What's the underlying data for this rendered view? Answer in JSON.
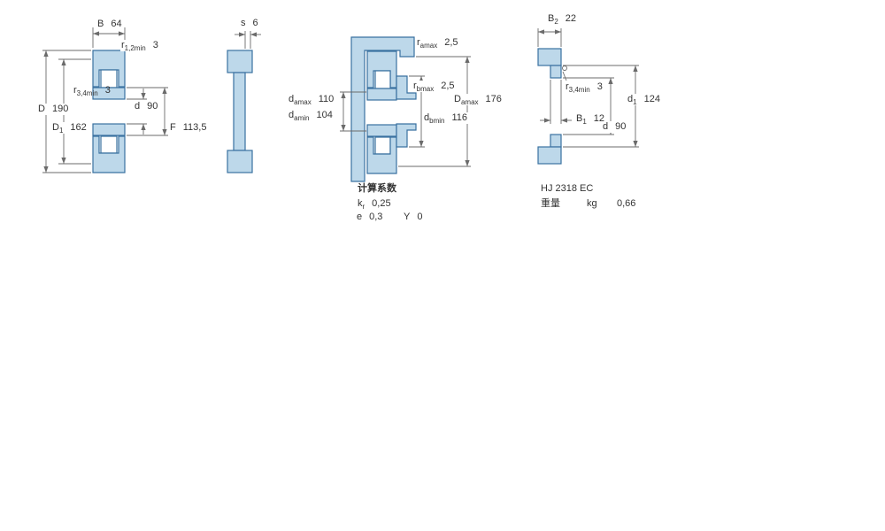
{
  "colors": {
    "shape_fill": "#bdd8ea",
    "shape_stroke": "#3a71a0",
    "dim_line": "#6b6b6b",
    "text": "#333333"
  },
  "views": {
    "front_section": {
      "dims": {
        "B": {
          "main": "B",
          "sub": "",
          "val": "64"
        },
        "r12": {
          "main": "r",
          "sub": "1,2min",
          "val": "3"
        },
        "r34": {
          "main": "r",
          "sub": "3,4min",
          "val": "3"
        },
        "D": {
          "main": "D",
          "sub": "",
          "val": "190"
        },
        "D1": {
          "main": "D",
          "sub": "1",
          "val": "162"
        },
        "d": {
          "main": "d",
          "sub": "",
          "val": "90"
        },
        "F": {
          "main": "F",
          "sub": "",
          "val": "113,5"
        }
      }
    },
    "side_section": {
      "dims": {
        "s": {
          "main": "s",
          "sub": "",
          "val": "6"
        }
      }
    },
    "mounting_section": {
      "dims": {
        "ramax": {
          "main": "r",
          "sub": "amax",
          "val": "2,5"
        },
        "rbmax": {
          "main": "r",
          "sub": "bmax",
          "val": "2,5"
        },
        "damax": {
          "main": "d",
          "sub": "amax",
          "val": "110"
        },
        "damin": {
          "main": "d",
          "sub": "amin",
          "val": "104"
        },
        "Damax": {
          "main": "D",
          "sub": "amax",
          "val": "176"
        },
        "dbmin": {
          "main": "d",
          "sub": "bmin",
          "val": "116"
        }
      }
    },
    "ring_section": {
      "dims": {
        "B2": {
          "main": "B",
          "sub": "2",
          "val": "22"
        },
        "r34": {
          "main": "r",
          "sub": "3,4min",
          "val": "3"
        },
        "B1": {
          "main": "B",
          "sub": "1",
          "val": "12"
        },
        "d1": {
          "main": "d",
          "sub": "1",
          "val": "124"
        },
        "d": {
          "main": "d",
          "sub": "",
          "val": "90"
        }
      }
    }
  },
  "calculation": {
    "title": "计算系数",
    "kr": {
      "main": "k",
      "sub": "r",
      "val": "0,25"
    },
    "e": {
      "main": "e",
      "sub": "",
      "val": "0,3"
    },
    "Y": {
      "main": "Y",
      "sub": "",
      "val": "0"
    }
  },
  "part": {
    "designation": "HJ 2318 EC",
    "mass_label": "重量",
    "mass_unit": "kg",
    "mass_value": "0,66"
  }
}
